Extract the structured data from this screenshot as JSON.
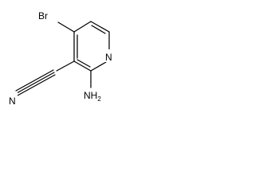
{
  "molecule": {
    "atoms": {
      "bromine": "Br",
      "ring_nitrogen": "N",
      "nitrile_nitrogen": "N",
      "amino_group": "NH",
      "amino_subscript": "2"
    }
  }
}
